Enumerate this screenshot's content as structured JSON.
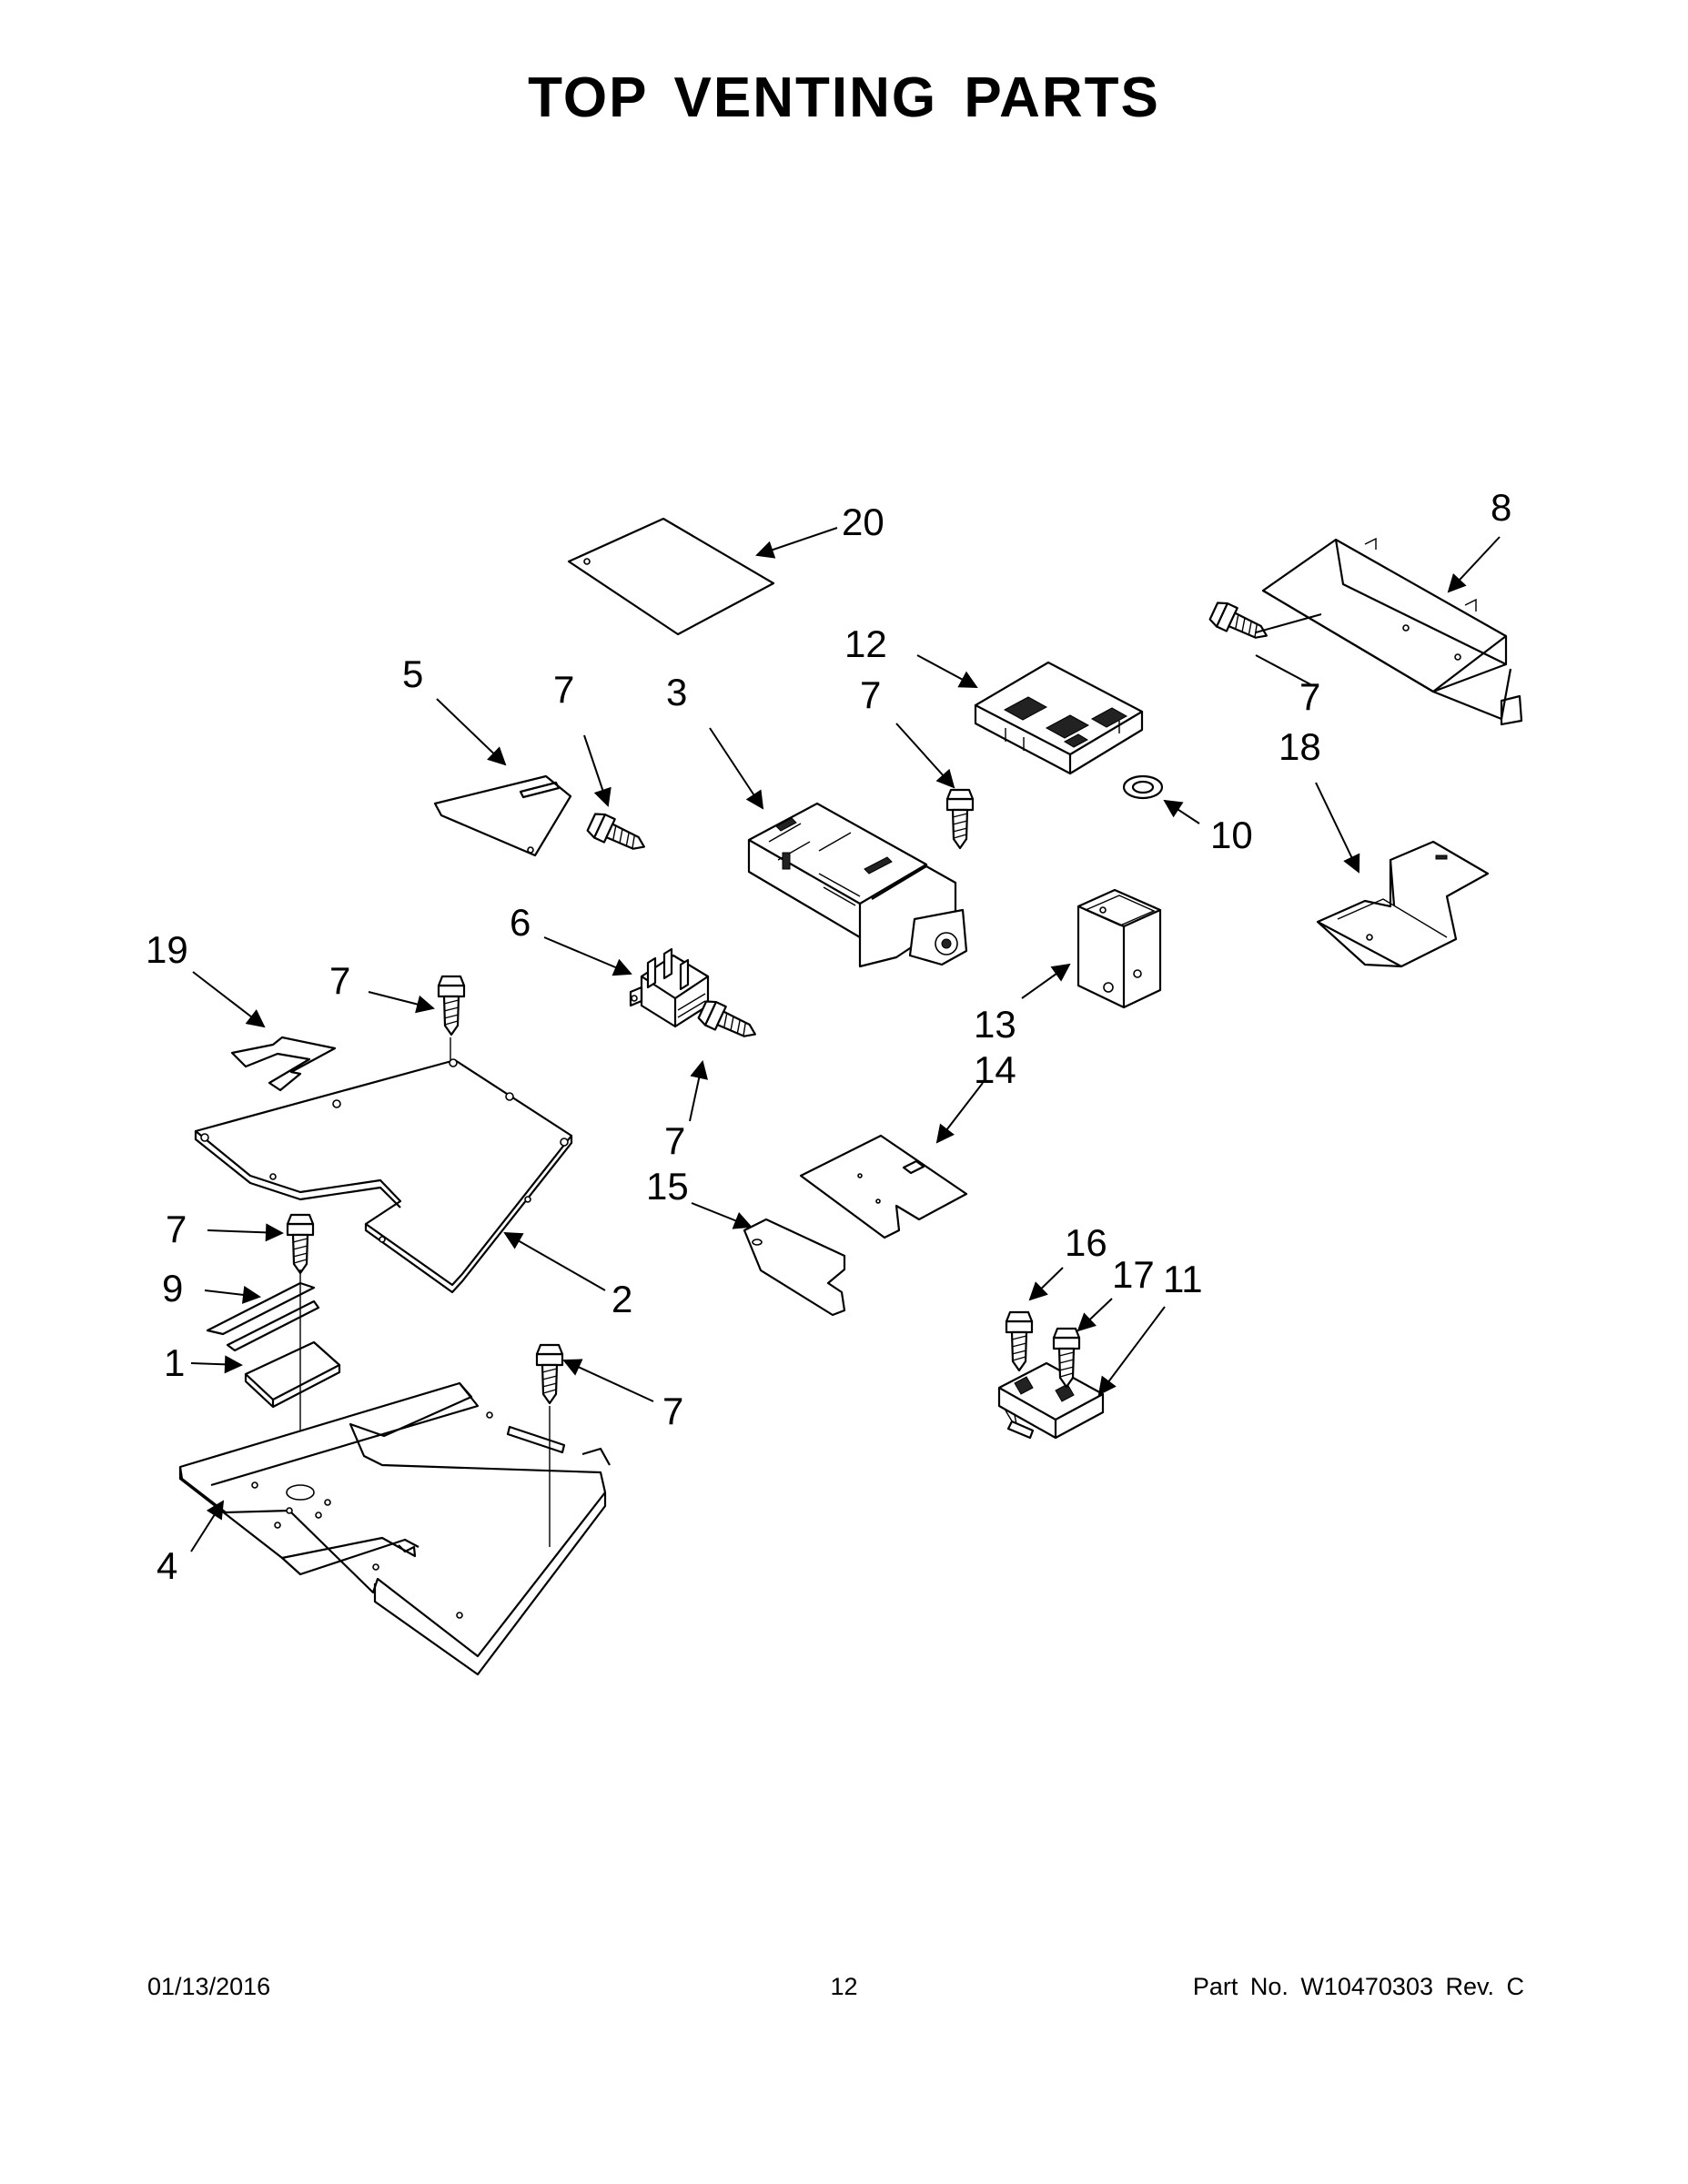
{
  "title": "TOP VENTING PARTS",
  "footer": {
    "date": "01/13/2016",
    "page": "12",
    "part_number": "Part No.  W10470303  Rev.  C"
  },
  "callouts": {
    "c20": "20",
    "c8": "8",
    "c12": "12",
    "c5": "5",
    "c7_a": "7",
    "c3": "3",
    "c7_b": "7",
    "c7_c": "7",
    "c18": "18",
    "c10": "10",
    "c19": "19",
    "c6": "6",
    "c7_d": "7",
    "c13": "13",
    "c14": "14",
    "c7_e": "7",
    "c15": "15",
    "c7_f": "7",
    "c2": "2",
    "c16": "16",
    "c17": "17",
    "c11": "11",
    "c9": "9",
    "c1": "1",
    "c7_g": "7",
    "c4": "4"
  }
}
